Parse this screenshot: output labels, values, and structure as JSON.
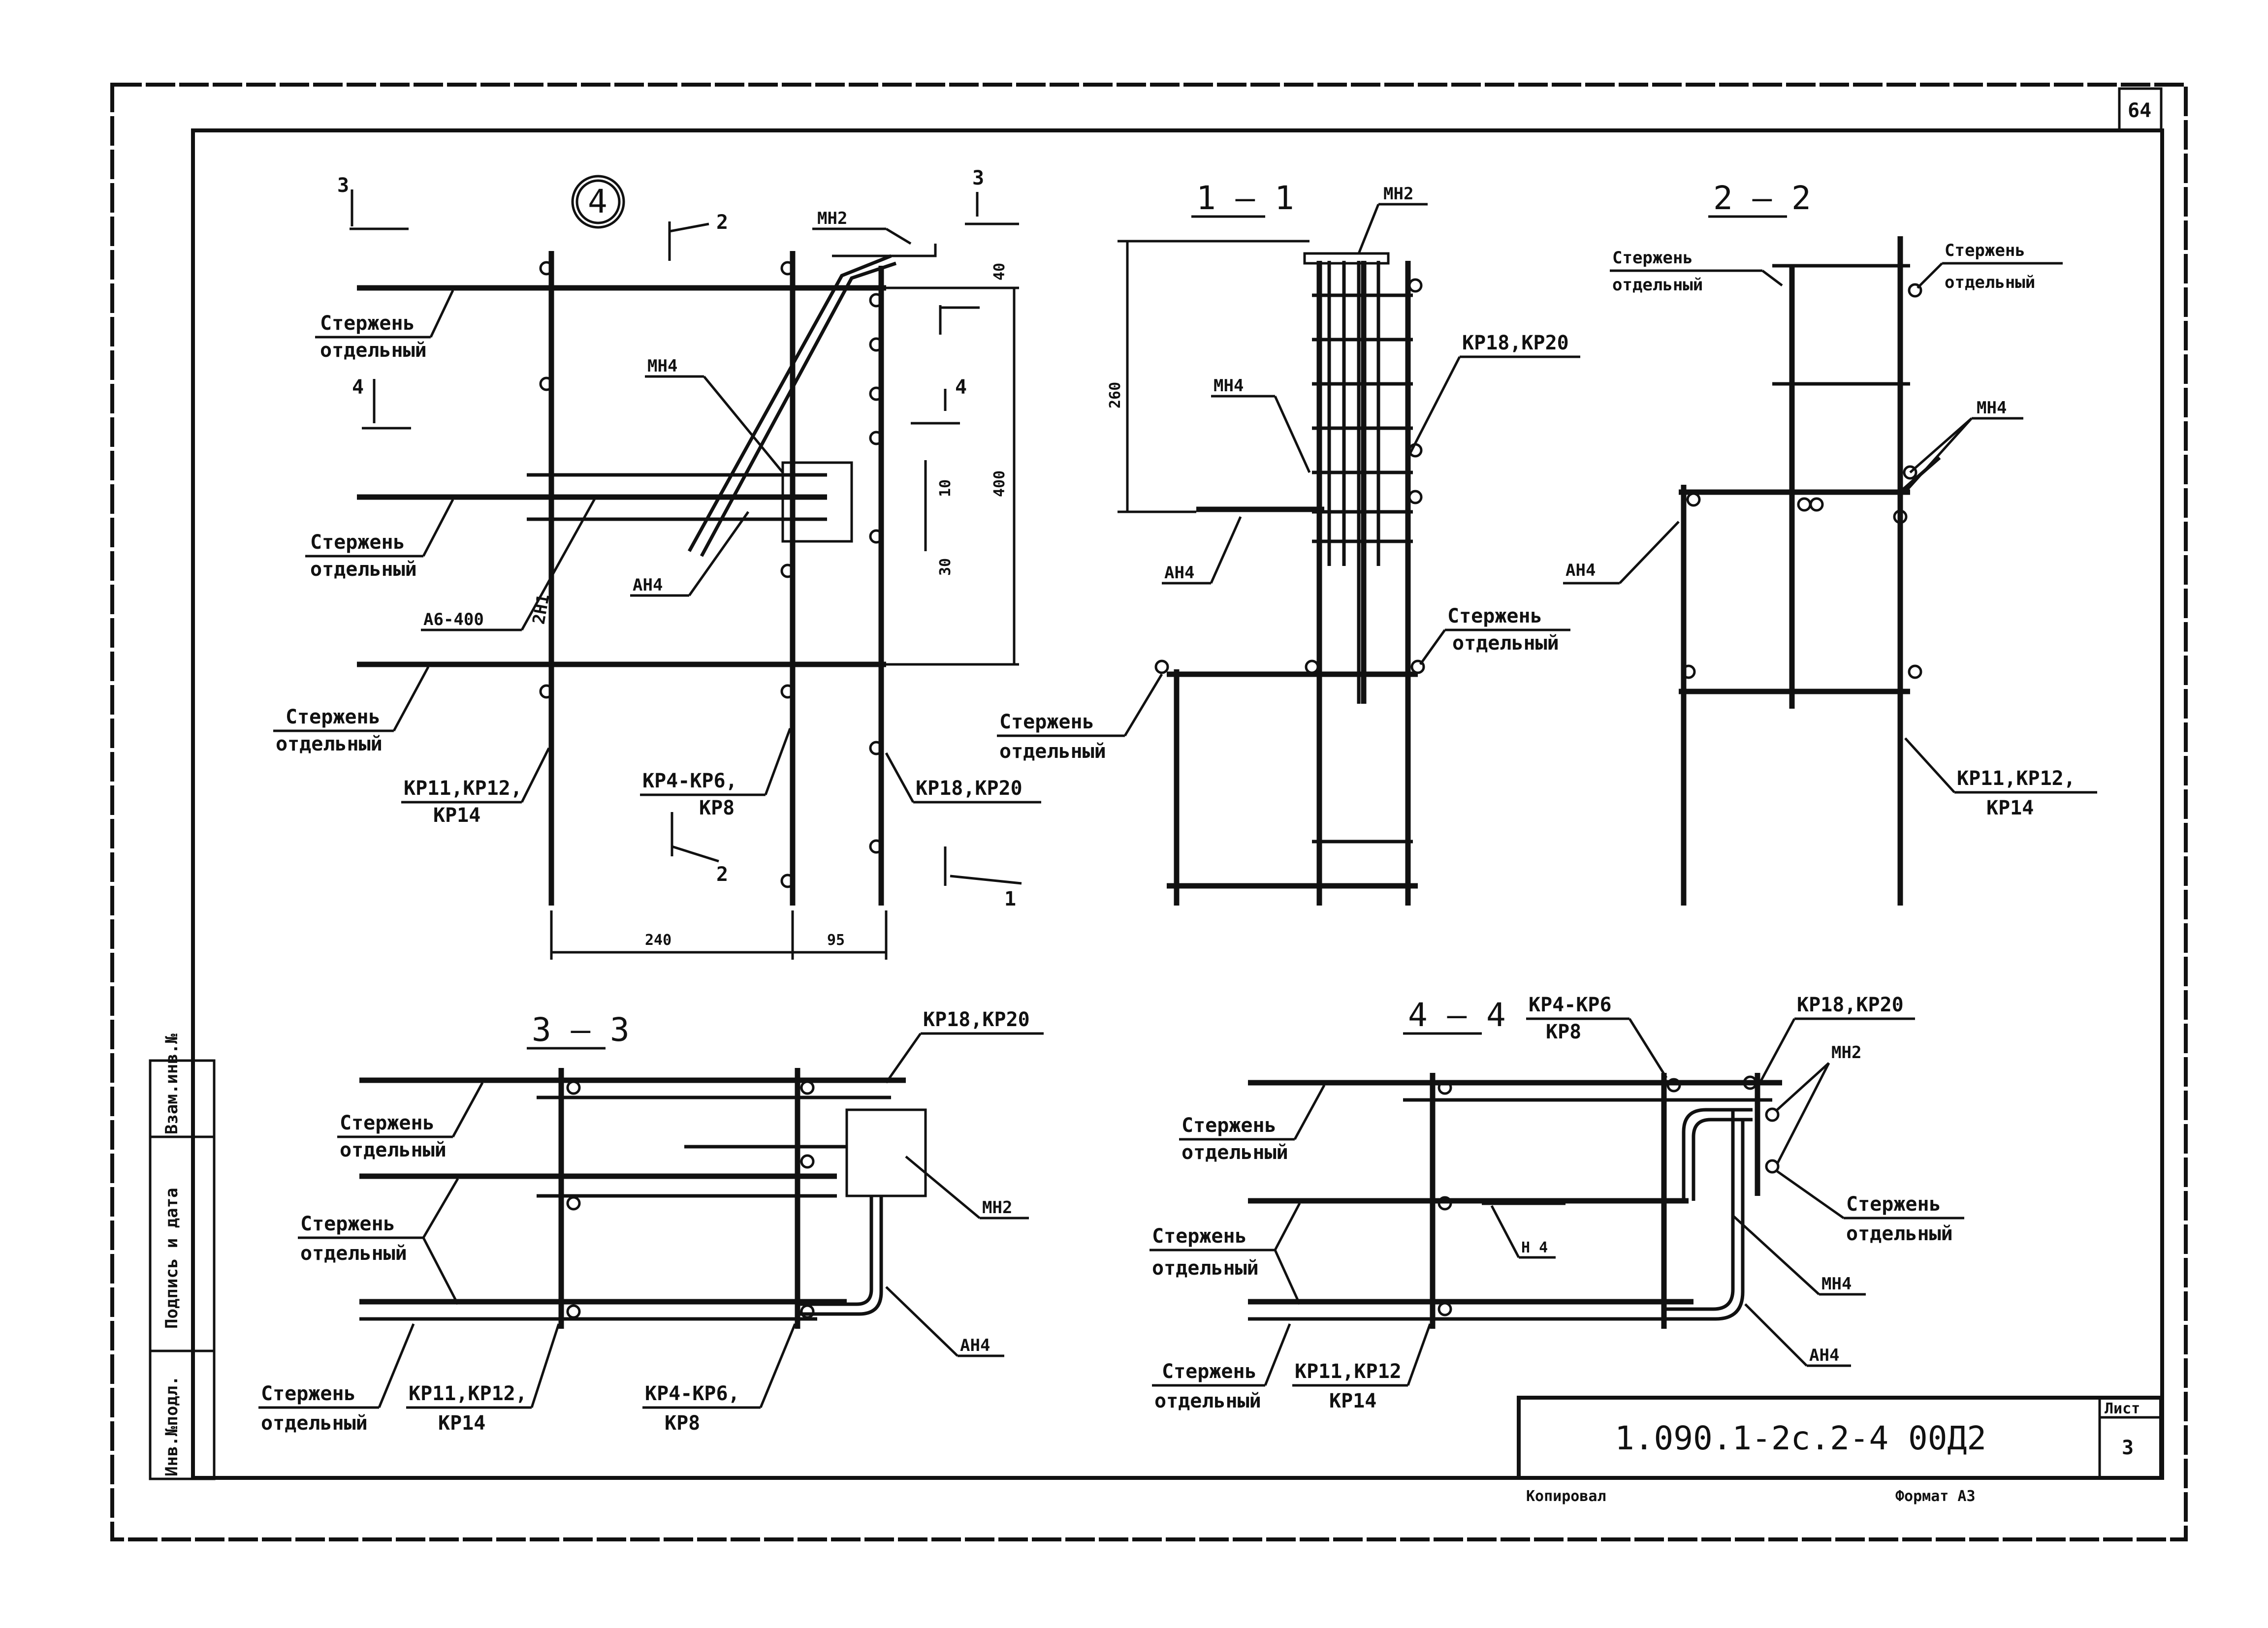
{
  "sheet": {
    "corner_mark": "64",
    "stamp_main": "1.090.1-2с.2-4   00Д2",
    "sheet_label": "Лист",
    "sheet_number": "3",
    "copied": "Копировал",
    "format": "Формат А3",
    "side_inv": "Инв.№подл.",
    "side_sign": "Подпись и дата",
    "side_replace": "Взам.инв.№"
  },
  "node": {
    "number": "4",
    "cut3": "3",
    "cut4": "4",
    "cut2": "2",
    "cut3b": "3",
    "cut4b": "4",
    "cut2b": "2",
    "cut1": "1",
    "mn2": "МН2",
    "mn4": "МН4",
    "an4": "АН4",
    "rod1a": "Стержень",
    "rod1b": "отдельный",
    "rod2a": "Стержень",
    "rod2b": "отдельный",
    "rod3a": "Стержень",
    "rod3b": "отдельный",
    "a6": "А6-400",
    "m2n1": "2Н1",
    "kp11a": "КР11,КР12,",
    "kp11b": "КР14",
    "kp4a": "КР4-КР6,",
    "kp4b": "КР8",
    "kp18": "КР18,КР20",
    "d40": "40",
    "d10": "10",
    "d30": "30",
    "d400": "400",
    "d240": "240",
    "d95": "95"
  },
  "s11": {
    "title": "1 — 1",
    "mn2": "МН2",
    "mn4": "МН4",
    "an4": "АН4",
    "kp18": "КР18,КР20",
    "rodA1": "Стержень",
    "rodA2": "отдельный",
    "rodB1": "Стержень",
    "rodB2": "отдельный",
    "d260": "260"
  },
  "s22": {
    "title": "2 — 2",
    "rodA1": "Стержень",
    "rodA2": "отдельный",
    "rodB1": "Стержень",
    "rodB2": "отдельный",
    "mn4": "МН4",
    "an4": "АН4",
    "kp11a": "КР11,КР12,",
    "kp11b": "КР14"
  },
  "s33": {
    "title": "3 — 3",
    "kp18": "КР18,КР20",
    "mn2": "МН2",
    "an4": "АН4",
    "rodA1": "Стержень",
    "rodA2": "отдельный",
    "rodB1": "Стержень",
    "rodB2": "отдельный",
    "rodC1": "Стержень",
    "rodC2": "отдельный",
    "kp11a": "КР11,КР12,",
    "kp11b": "КР14",
    "kp4a": "КР4-КР6,",
    "kp4b": "КР8"
  },
  "s44": {
    "title": "4 — 4",
    "kp4a": "КР4-КР6",
    "kp4b": "КР8",
    "kp18": "КР18,КР20",
    "mn2": "МН2",
    "mn4": "МН4",
    "an4": "АН4",
    "m4": "Н 4",
    "rodA1": "Стержень",
    "rodA2": "отдельный",
    "rodB1": "Стержень",
    "rodB2": "отдельный",
    "rodC1": "Стержень",
    "rodC2": "отдельный",
    "rodD1": "Стержень",
    "rodD2": "отдельный",
    "kp11a": "КР11,КР12",
    "kp11b": "КР14"
  }
}
